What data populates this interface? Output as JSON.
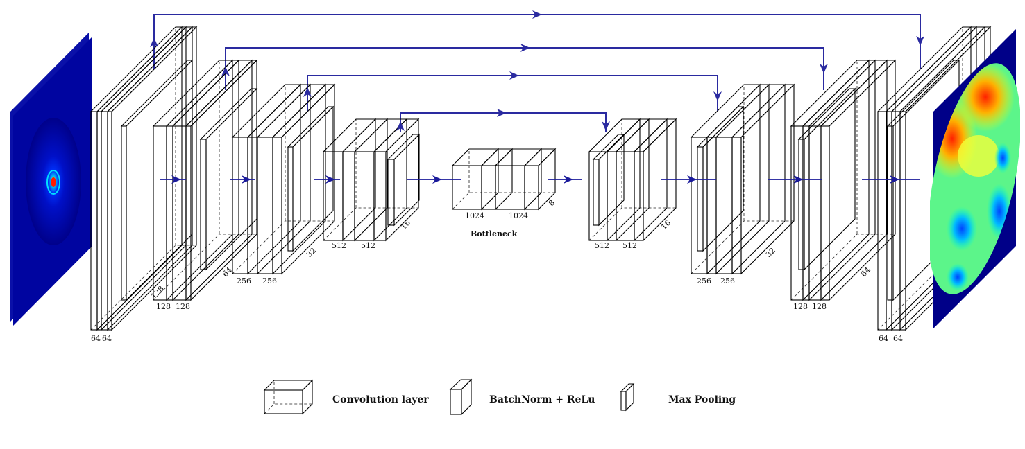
{
  "colors": {
    "conv": "#b8fadb",
    "bn": "#4a60aa",
    "pool": "#27368f",
    "skip": "#2a2aa0",
    "flow": "#1a1a9a"
  },
  "input_icon": "speckle-pattern-image",
  "output_icon": "phase-map-image",
  "labels": {
    "e1_a": "64",
    "e1_b": "64",
    "e1_c": "128",
    "e2_a": "128",
    "e2_b": "128",
    "e2_c": "64",
    "e3_a": "256",
    "e3_b": "256",
    "e3_c": "32",
    "e4_a": "512",
    "e4_b": "512",
    "e4_c": "16",
    "b_a": "1024",
    "b_b": "1024",
    "b_c": "8",
    "bottleneck": "Bottleneck",
    "d4_a": "512",
    "d4_b": "512",
    "d4_c": "16",
    "d3_a": "256",
    "d3_b": "256",
    "d3_c": "32",
    "d2_a": "128",
    "d2_b": "128",
    "d2_c": "64",
    "d1_a": "64",
    "d1_b": "64"
  },
  "legend": {
    "conv": "Convolution layer",
    "bn": "BatchNorm + ReLu",
    "pool": "Max Pooling"
  }
}
